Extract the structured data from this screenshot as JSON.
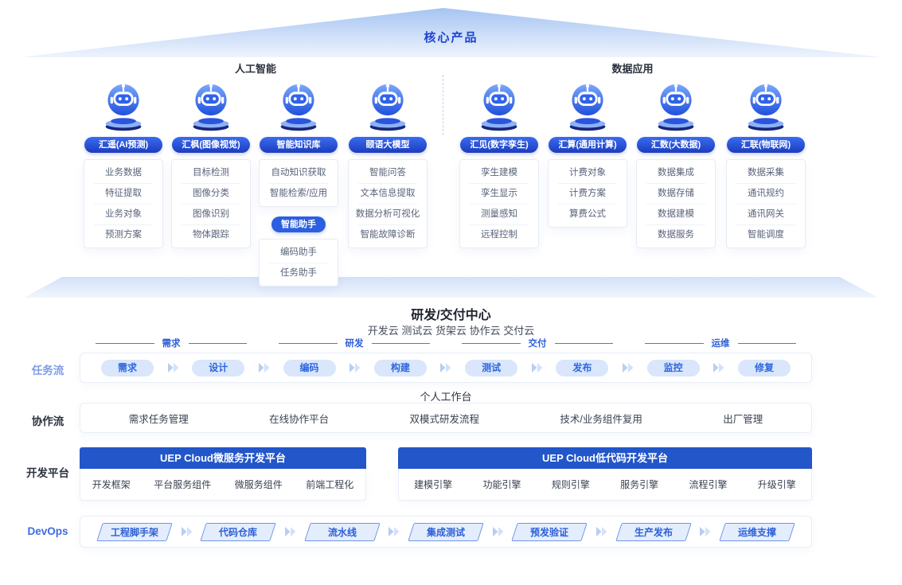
{
  "top": {
    "core_label": "核心产品",
    "groups": [
      {
        "label": "人工智能"
      },
      {
        "label": "数据应用"
      }
    ]
  },
  "products": [
    {
      "name": "汇遥(AI预测)",
      "items": [
        "业务数据",
        "特征提取",
        "业务对象",
        "预测方案"
      ]
    },
    {
      "name": "汇枫(图像视觉)",
      "items": [
        "目标检测",
        "图像分类",
        "图像识别",
        "物体跟踪"
      ]
    },
    {
      "name": "智能知识库",
      "items": [
        "自动知识获取",
        "智能检索/应用"
      ],
      "sub": {
        "name": "智能助手",
        "items": [
          "编码助手",
          "任务助手"
        ]
      }
    },
    {
      "name": "颐语大模型",
      "items": [
        "智能问答",
        "文本信息提取",
        "数据分析可视化",
        "智能故障诊断"
      ]
    },
    {
      "name": "汇见(数字孪生)",
      "items": [
        "孪生建模",
        "孪生显示",
        "测量感知",
        "远程控制"
      ]
    },
    {
      "name": "汇算(通用计算)",
      "items": [
        "计费对象",
        "计费方案",
        "算费公式"
      ]
    },
    {
      "name": "汇数(大数据)",
      "items": [
        "数据集成",
        "数据存储",
        "数据建模",
        "数据服务"
      ]
    },
    {
      "name": "汇联(物联网)",
      "items": [
        "数据采集",
        "通讯规约",
        "通讯网关",
        "智能调度"
      ]
    }
  ],
  "center": {
    "title": "研发/交付中心",
    "subtitle": "开发云 测试云 货架云 协作云 交付云"
  },
  "task_flow": {
    "label": "任务流",
    "stages": [
      {
        "label": "需求"
      },
      {
        "label": "研发"
      },
      {
        "label": "交付"
      },
      {
        "label": "运维"
      }
    ],
    "steps": [
      "需求",
      "设计",
      "编码",
      "构建",
      "测试",
      "发布",
      "监控",
      "修复"
    ]
  },
  "collab_flow": {
    "label": "协作流",
    "workbench": "个人工作台",
    "items": [
      "需求任务管理",
      "在线协作平台",
      "双模式研发流程",
      "技术/业务组件复用",
      "出厂管理"
    ]
  },
  "dev_platform": {
    "label": "开发平台",
    "platforms": [
      {
        "title": "UEP Cloud微服务开发平台",
        "items": [
          "开发框架",
          "平台服务组件",
          "微服务组件",
          "前端工程化"
        ]
      },
      {
        "title": "UEP Cloud低代码开发平台",
        "items": [
          "建模引擎",
          "功能引擎",
          "规则引擎",
          "服务引擎",
          "流程引擎",
          "升级引擎"
        ]
      }
    ]
  },
  "devops": {
    "label": "DevOps",
    "steps": [
      "工程脚手架",
      "代码仓库",
      "流水线",
      "集成测试",
      "预发验证",
      "生产发布",
      "运维支撑"
    ]
  },
  "colors": {
    "primary": "#2b5fe0",
    "bar": "#2256c9",
    "pillTop": "#3a6cf0",
    "pillBot": "#1c3cbe"
  }
}
